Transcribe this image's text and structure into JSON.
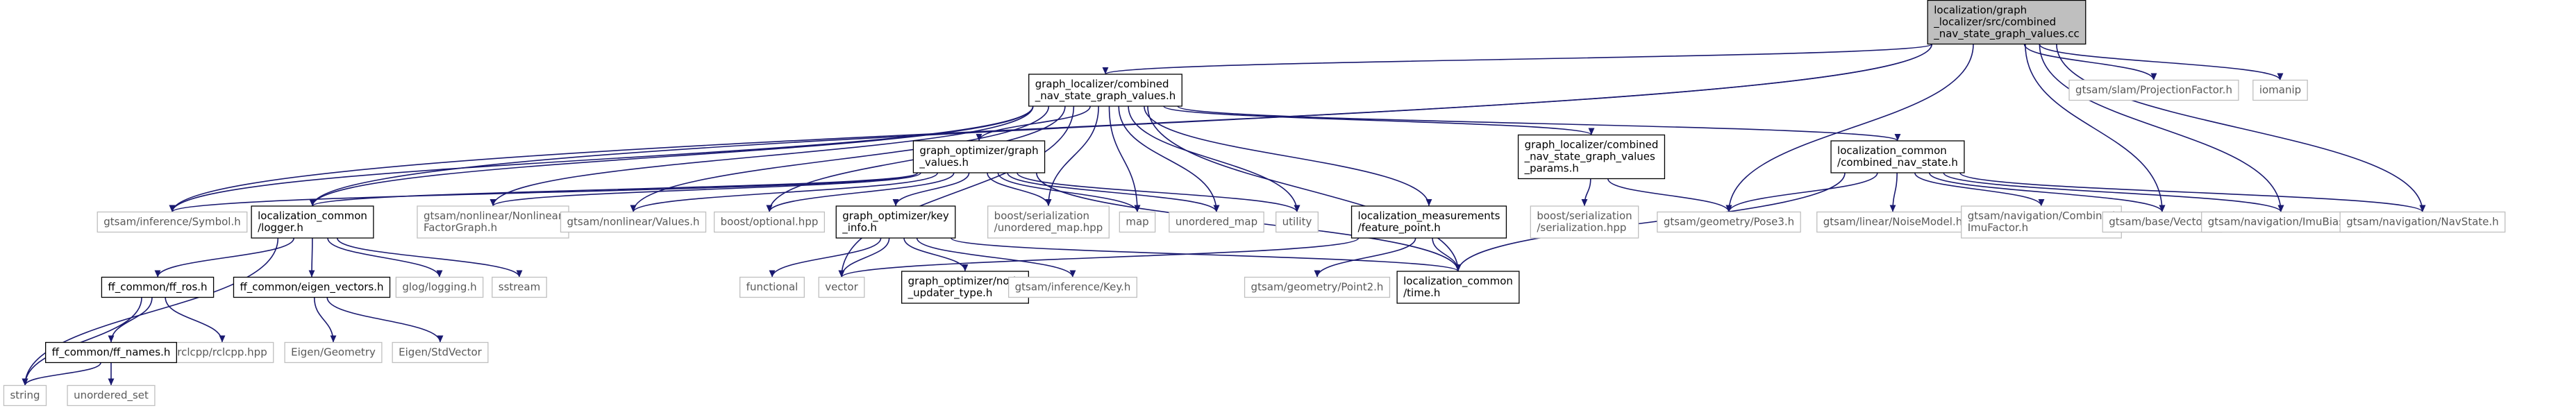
{
  "colors": {
    "edge": "#191970",
    "node_border": "#000000",
    "root_fill": "#bfbfbf",
    "leaf_border": "#bfbfbf",
    "label": "#000000",
    "leaf_label": "#595959"
  },
  "nodes": [
    {
      "id": "root",
      "lines": [
        "localization/graph",
        "_localizer/src/combined",
        "_nav_state_graph_values.cc"
      ],
      "style": "root"
    },
    {
      "id": "cnsgv",
      "lines": [
        "graph_localizer/combined",
        "_nav_state_graph_values.h"
      ],
      "style": "node"
    },
    {
      "id": "symbol",
      "lines": [
        "gtsam/inference/Symbol.h"
      ],
      "style": "leaf"
    },
    {
      "id": "logger",
      "lines": [
        "localization_common",
        "/logger.h"
      ],
      "style": "node"
    },
    {
      "id": "ggvalues",
      "lines": [
        "graph_optimizer/graph",
        "_values.h"
      ],
      "style": "node"
    },
    {
      "id": "nlfg",
      "lines": [
        "gtsam/nonlinear/Nonlinear",
        "FactorGraph.h"
      ],
      "style": "leaf"
    },
    {
      "id": "nlvalues",
      "lines": [
        "gtsam/nonlinear/Values.h"
      ],
      "style": "leaf"
    },
    {
      "id": "optional",
      "lines": [
        "boost/optional.hpp"
      ],
      "style": "leaf"
    },
    {
      "id": "gokey",
      "lines": [
        "graph_optimizer/key",
        "_info.h"
      ],
      "style": "node"
    },
    {
      "id": "bsum",
      "lines": [
        "boost/serialization",
        "/unordered_map.hpp"
      ],
      "style": "leaf"
    },
    {
      "id": "map",
      "lines": [
        "map"
      ],
      "style": "leaf"
    },
    {
      "id": "umap",
      "lines": [
        "unordered_map"
      ],
      "style": "leaf"
    },
    {
      "id": "utility",
      "lines": [
        "utility"
      ],
      "style": "leaf"
    },
    {
      "id": "featpt",
      "lines": [
        "localization_measurements",
        "/feature_point.h"
      ],
      "style": "node"
    },
    {
      "id": "params",
      "lines": [
        "graph_localizer/combined",
        "_nav_state_graph_values",
        "_params.h"
      ],
      "style": "node"
    },
    {
      "id": "bser",
      "lines": [
        "boost/serialization",
        "/serialization.hpp"
      ],
      "style": "leaf"
    },
    {
      "id": "lccns",
      "lines": [
        "localization_common",
        "/combined_nav_state.h"
      ],
      "style": "node"
    },
    {
      "id": "pose3",
      "lines": [
        "gtsam/geometry/Pose3.h"
      ],
      "style": "leaf"
    },
    {
      "id": "noise",
      "lines": [
        "gtsam/linear/NoiseModel.h"
      ],
      "style": "leaf"
    },
    {
      "id": "cimu",
      "lines": [
        "gtsam/navigation/Combined",
        "ImuFactor.h"
      ],
      "style": "leaf"
    },
    {
      "id": "vector",
      "lines": [
        "gtsam/base/Vector.h"
      ],
      "style": "leaf"
    },
    {
      "id": "imubias",
      "lines": [
        "gtsam/navigation/ImuBias.h"
      ],
      "style": "leaf"
    },
    {
      "id": "navstate",
      "lines": [
        "gtsam/navigation/NavState.h"
      ],
      "style": "leaf"
    },
    {
      "id": "projfac",
      "lines": [
        "gtsam/slam/ProjectionFactor.h"
      ],
      "style": "leaf"
    },
    {
      "id": "iomanip",
      "lines": [
        "iomanip"
      ],
      "style": "leaf"
    },
    {
      "id": "ffros",
      "lines": [
        "ff_common/ff_ros.h"
      ],
      "style": "node"
    },
    {
      "id": "eigvec",
      "lines": [
        "ff_common/eigen_vectors.h"
      ],
      "style": "node"
    },
    {
      "id": "glog",
      "lines": [
        "glog/logging.h"
      ],
      "style": "leaf"
    },
    {
      "id": "sstream",
      "lines": [
        "sstream"
      ],
      "style": "leaf"
    },
    {
      "id": "stdvector",
      "lines": [
        "vector"
      ],
      "style": "leaf"
    },
    {
      "id": "rclcpp",
      "lines": [
        "rclcpp/rclcpp.hpp"
      ],
      "style": "leaf"
    },
    {
      "id": "ffnames",
      "lines": [
        "ff_common/ff_names.h"
      ],
      "style": "node"
    },
    {
      "id": "string",
      "lines": [
        "string"
      ],
      "style": "leaf"
    },
    {
      "id": "uset",
      "lines": [
        "unordered_set"
      ],
      "style": "leaf"
    },
    {
      "id": "eiggeo",
      "lines": [
        "Eigen/Geometry"
      ],
      "style": "leaf"
    },
    {
      "id": "eigstd",
      "lines": [
        "Eigen/StdVector"
      ],
      "style": "leaf"
    },
    {
      "id": "functional",
      "lines": [
        "functional"
      ],
      "style": "leaf"
    },
    {
      "id": "nodeupd",
      "lines": [
        "graph_optimizer/node",
        "_updater_type.h"
      ],
      "style": "node"
    },
    {
      "id": "infkey",
      "lines": [
        "gtsam/inference/Key.h"
      ],
      "style": "leaf"
    },
    {
      "id": "point2",
      "lines": [
        "gtsam/geometry/Point2.h"
      ],
      "style": "leaf"
    },
    {
      "id": "time",
      "lines": [
        "localization_common",
        "/time.h"
      ],
      "style": "node"
    }
  ],
  "edges": [
    [
      "root",
      "cnsgv"
    ],
    [
      "root",
      "symbol"
    ],
    [
      "root",
      "logger"
    ],
    [
      "root",
      "pose3"
    ],
    [
      "root",
      "vector"
    ],
    [
      "root",
      "imubias"
    ],
    [
      "root",
      "navstate"
    ],
    [
      "root",
      "projfac"
    ],
    [
      "root",
      "iomanip"
    ],
    [
      "cnsgv",
      "symbol"
    ],
    [
      "cnsgv",
      "logger"
    ],
    [
      "cnsgv",
      "ggvalues"
    ],
    [
      "cnsgv",
      "nlfg"
    ],
    [
      "cnsgv",
      "nlvalues"
    ],
    [
      "cnsgv",
      "optional"
    ],
    [
      "cnsgv",
      "bsum"
    ],
    [
      "cnsgv",
      "map"
    ],
    [
      "cnsgv",
      "umap"
    ],
    [
      "cnsgv",
      "utility"
    ],
    [
      "cnsgv",
      "featpt"
    ],
    [
      "cnsgv",
      "params"
    ],
    [
      "cnsgv",
      "lccns"
    ],
    [
      "cnsgv",
      "time"
    ],
    [
      "cnsgv",
      "stdvector"
    ],
    [
      "ggvalues",
      "symbol"
    ],
    [
      "ggvalues",
      "logger"
    ],
    [
      "ggvalues",
      "nlfg"
    ],
    [
      "ggvalues",
      "nlvalues"
    ],
    [
      "ggvalues",
      "optional"
    ],
    [
      "ggvalues",
      "gokey"
    ],
    [
      "ggvalues",
      "bsum"
    ],
    [
      "ggvalues",
      "map"
    ],
    [
      "ggvalues",
      "umap"
    ],
    [
      "ggvalues",
      "utility"
    ],
    [
      "ggvalues",
      "time"
    ],
    [
      "logger",
      "ffros"
    ],
    [
      "logger",
      "eigvec"
    ],
    [
      "logger",
      "glog"
    ],
    [
      "logger",
      "sstream"
    ],
    [
      "logger",
      "string"
    ],
    [
      "ffros",
      "rclcpp"
    ],
    [
      "ffros",
      "ffnames"
    ],
    [
      "ffros",
      "string"
    ],
    [
      "ffnames",
      "string"
    ],
    [
      "ffnames",
      "uset"
    ],
    [
      "eigvec",
      "eiggeo"
    ],
    [
      "eigvec",
      "eigstd"
    ],
    [
      "gokey",
      "functional"
    ],
    [
      "gokey",
      "stdvector"
    ],
    [
      "gokey",
      "nodeupd"
    ],
    [
      "gokey",
      "infkey"
    ],
    [
      "gokey",
      "time"
    ],
    [
      "featpt",
      "stdvector"
    ],
    [
      "featpt",
      "point2"
    ],
    [
      "featpt",
      "time"
    ],
    [
      "params",
      "bser"
    ],
    [
      "params",
      "pose3"
    ],
    [
      "lccns",
      "pose3"
    ],
    [
      "lccns",
      "noise"
    ],
    [
      "lccns",
      "cimu"
    ],
    [
      "lccns",
      "vector"
    ],
    [
      "lccns",
      "imubias"
    ],
    [
      "lccns",
      "navstate"
    ],
    [
      "lccns",
      "time"
    ]
  ]
}
